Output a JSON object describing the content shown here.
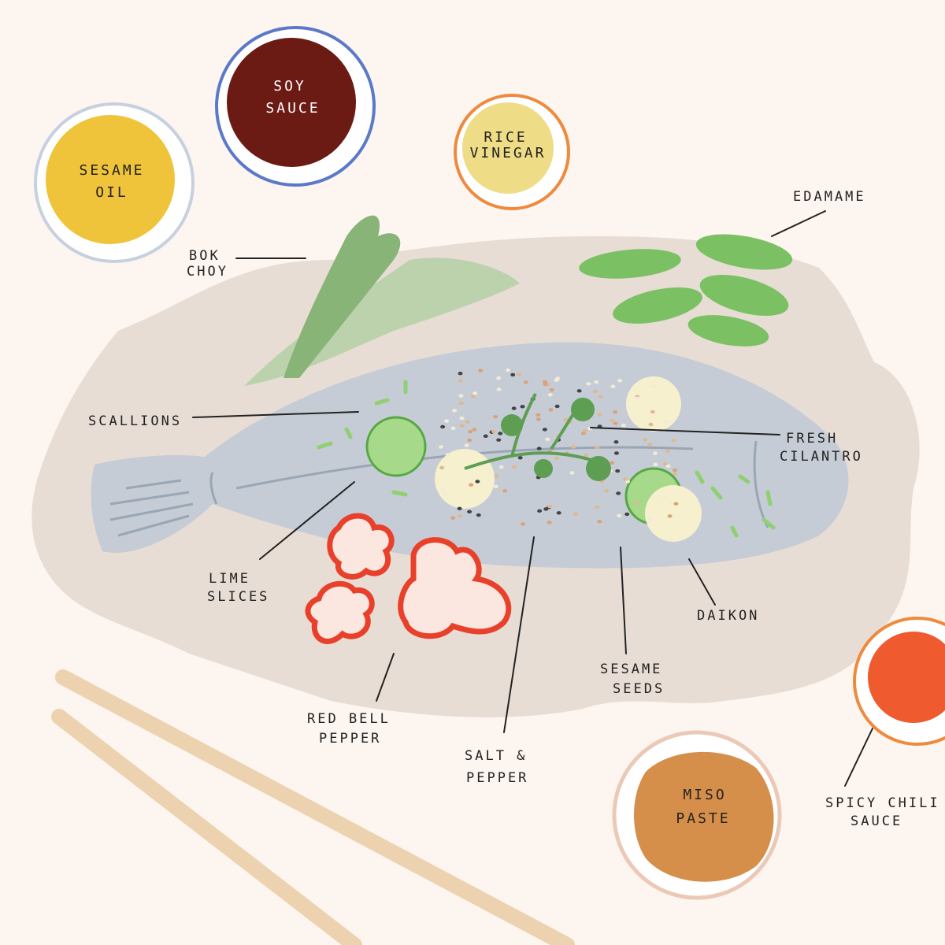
{
  "colors": {
    "background": "#fcf5f0",
    "parchment": "#e8ddd5",
    "fish": "#c5ccd6",
    "soy_sauce": "#6b1a14",
    "sesame_oil": "#f0c43a",
    "rice_vinegar": "#efdc86",
    "miso_paste": "#d68f4a",
    "spicy_chili_sauce": "#ef5a2e",
    "lime": "#a6d98a",
    "daikon": "#f6f0cf",
    "red_bell_pepper": "#e8402a",
    "edamame": "#7cc064",
    "bok_choy": "#88b478",
    "chopsticks": "#edd2b0"
  },
  "dishes": {
    "sesame_oil": [
      "SESAME",
      "OIL"
    ],
    "soy_sauce": [
      "SOY",
      "SAUCE"
    ],
    "rice_vinegar": [
      "RICE",
      "VINEGAR"
    ],
    "miso_paste": [
      "MISO",
      "PASTE"
    ]
  },
  "labels": {
    "bok_choy": [
      "BOK",
      "CHOY"
    ],
    "edamame": [
      "EDAMAME"
    ],
    "scallions": [
      "SCALLIONS"
    ],
    "fresh_cilantro": [
      "FRESH",
      "CILANTRO"
    ],
    "lime_slices": [
      "LIME",
      "SLICES"
    ],
    "daikon": [
      "DAIKON"
    ],
    "sesame_seeds": [
      "SESAME",
      "SEEDS"
    ],
    "red_bell_pepper": [
      "RED BELL",
      "PEPPER"
    ],
    "salt_pepper": [
      "SALT &",
      "PEPPER"
    ],
    "spicy_chili_sauce": [
      "SPICY CHILI",
      "SAUCE"
    ]
  }
}
